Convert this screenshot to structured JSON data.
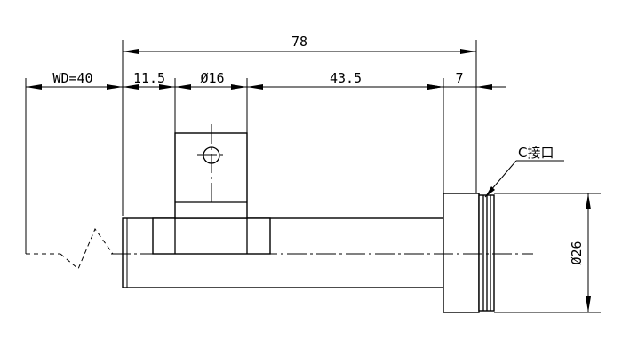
{
  "drawing": {
    "dimensions": {
      "overall": "78",
      "working_distance": "WD=40",
      "offset": "11.5",
      "mount_diameter": "Ø16",
      "body_length": "43.5",
      "flange_length": "7",
      "outer_diameter": "Ø26"
    },
    "callouts": {
      "connector": "C接口"
    }
  }
}
